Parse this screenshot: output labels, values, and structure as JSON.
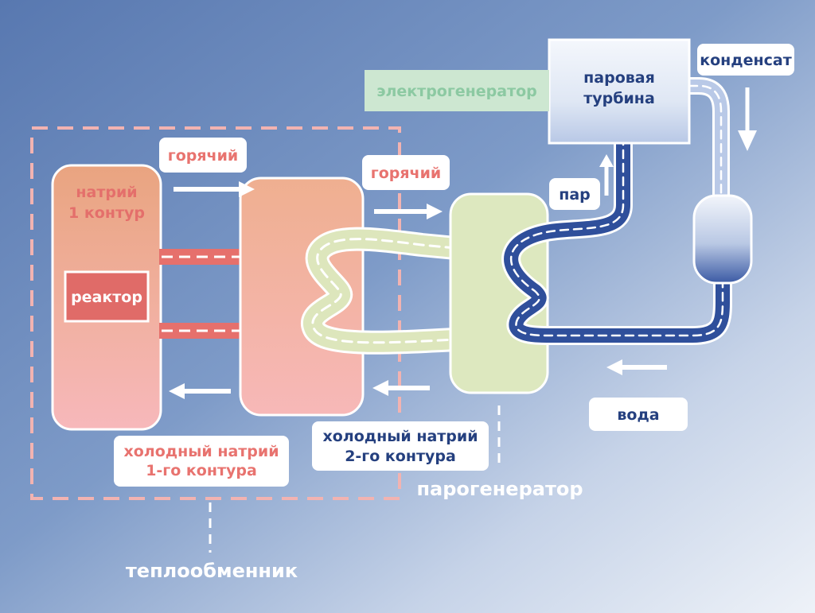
{
  "colors": {
    "bg_dark": "#5b7db4",
    "bg_light": "#e9eef6",
    "sodium": "#e8736f",
    "sodium_fill_top": "#e9a883",
    "sodium_fill_bottom": "#f6b6b6",
    "hx_fill": "#f3b9a5",
    "sg_fill": "#dde9bf",
    "loop2": "#dde6bc",
    "water": "#2f4f9b",
    "navy_text": "#25407f",
    "generator_fill": "#cfe8d2",
    "generator_text": "#8cc9a2",
    "dashed_frame": "#f2b6b4",
    "reactor_fill": "#e06b68"
  },
  "labels": {
    "reactor": "реактор",
    "sodium_loop1": [
      "натрий",
      "1 контур"
    ],
    "hot_1": "горячий",
    "hot_2": "горячий",
    "cold_loop1": [
      "холодный натрий",
      "1-го контура"
    ],
    "cold_loop2": [
      "холодный натрий",
      "2-го контура"
    ],
    "steam": "пар",
    "condensate": "конденсат",
    "water": "вода",
    "turbine": [
      "паровая",
      "турбина"
    ],
    "generator": "электрогенератор",
    "steam_generator": "парогенератор",
    "heat_exchanger": "теплообменник"
  }
}
